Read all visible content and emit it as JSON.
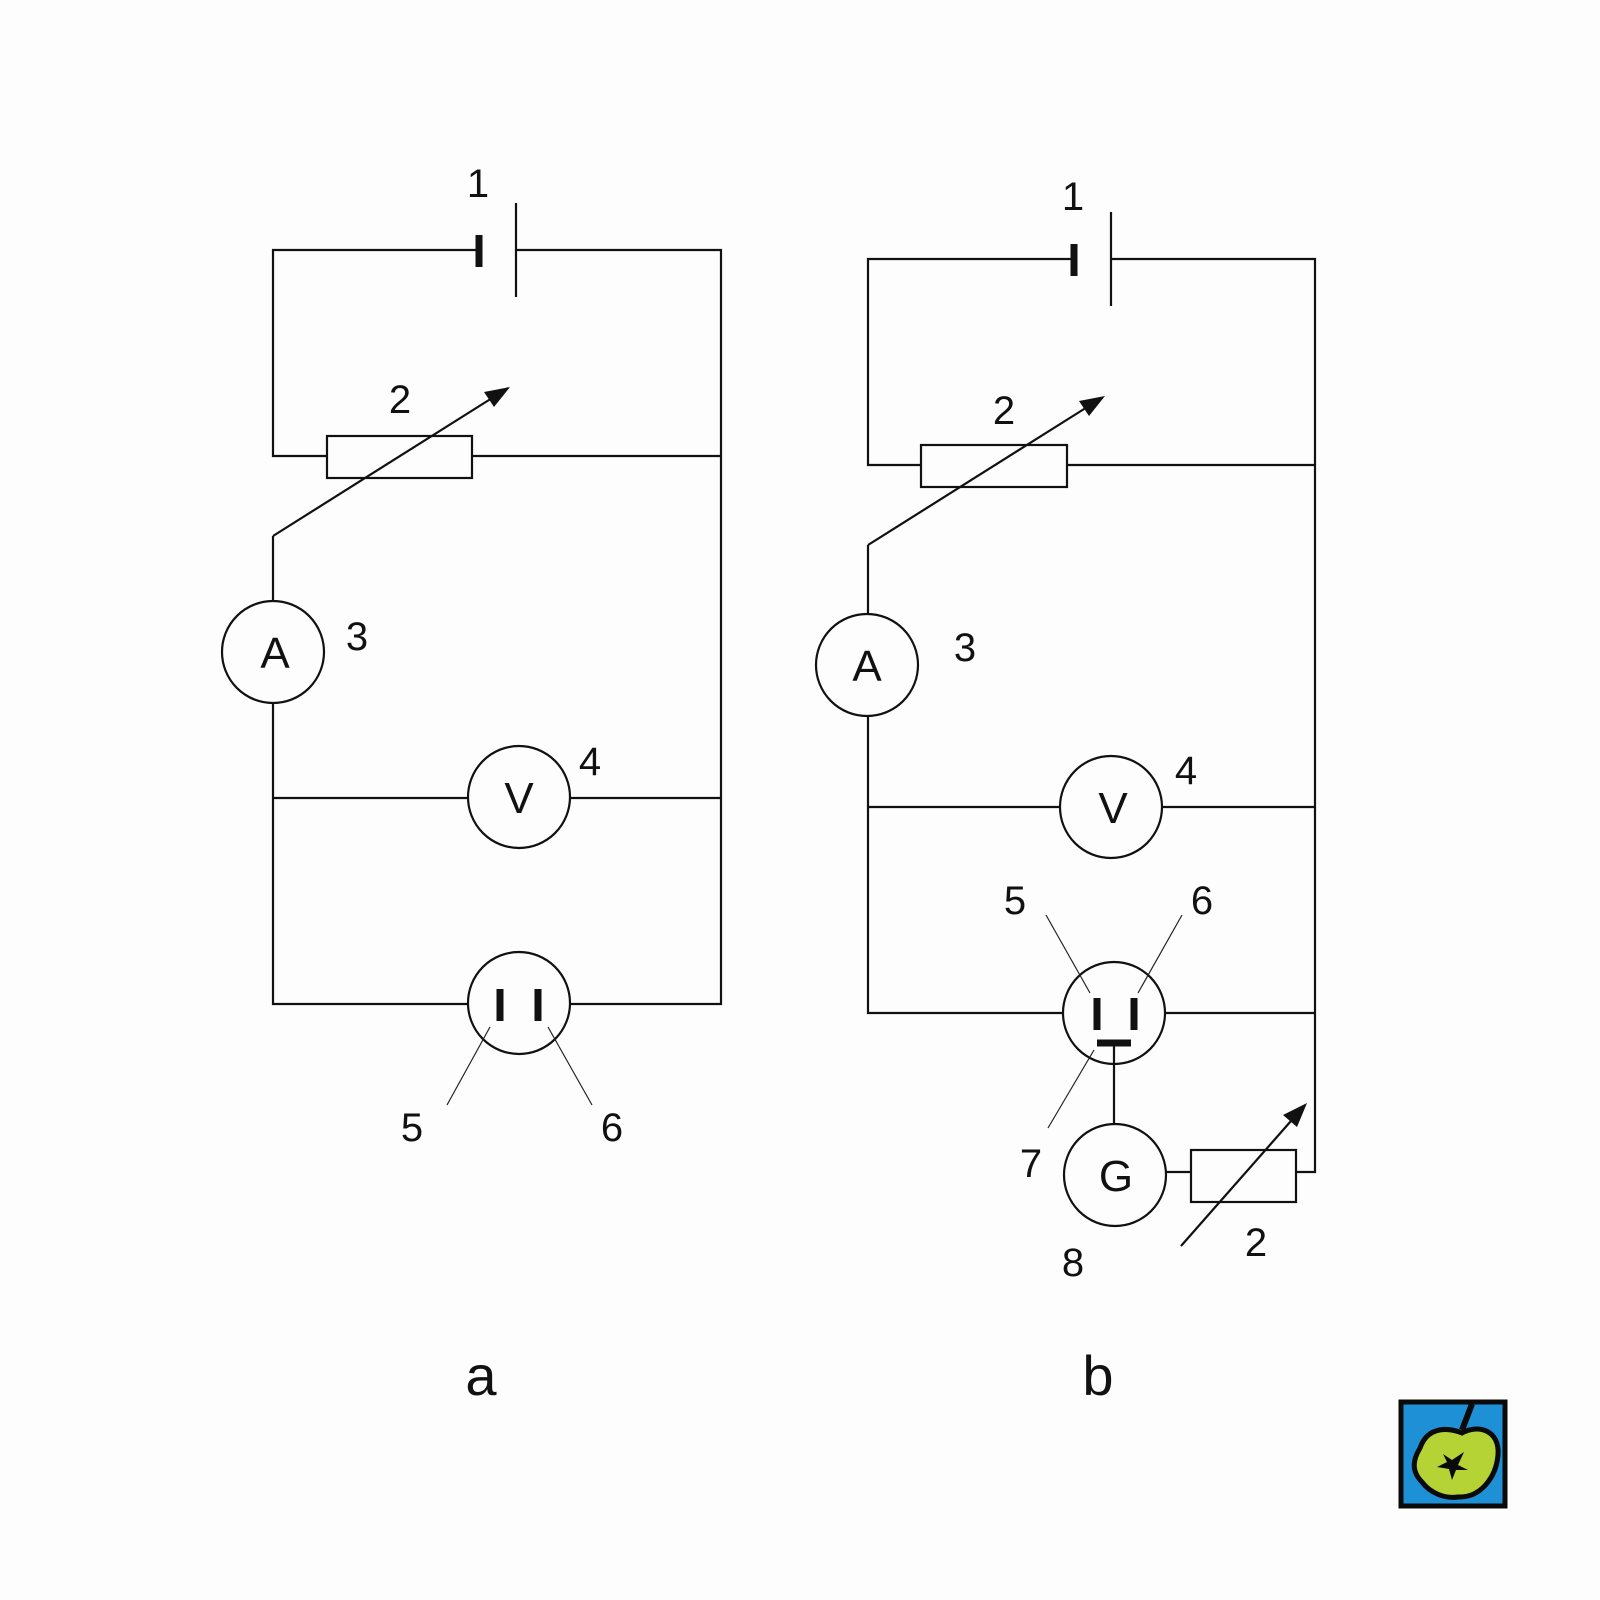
{
  "circuit_a": {
    "caption": "a",
    "labels": {
      "battery": "1",
      "rheostat": "2",
      "ammeter": "3",
      "voltmeter": "4",
      "electrode_left": "5",
      "electrode_right": "6"
    },
    "symbols": {
      "ammeter": "A",
      "voltmeter": "V"
    }
  },
  "circuit_b": {
    "caption": "b",
    "labels": {
      "battery": "1",
      "rheostat": "2",
      "ammeter": "3",
      "voltmeter": "4",
      "electrode_left": "5",
      "electrode_right": "6",
      "grid": "7",
      "generator": "8",
      "rheostat2": "2"
    },
    "symbols": {
      "ammeter": "A",
      "voltmeter": "V",
      "generator": "G"
    }
  },
  "colors": {
    "logo_blue": "#1e90d6",
    "logo_green": "#b5d334"
  }
}
